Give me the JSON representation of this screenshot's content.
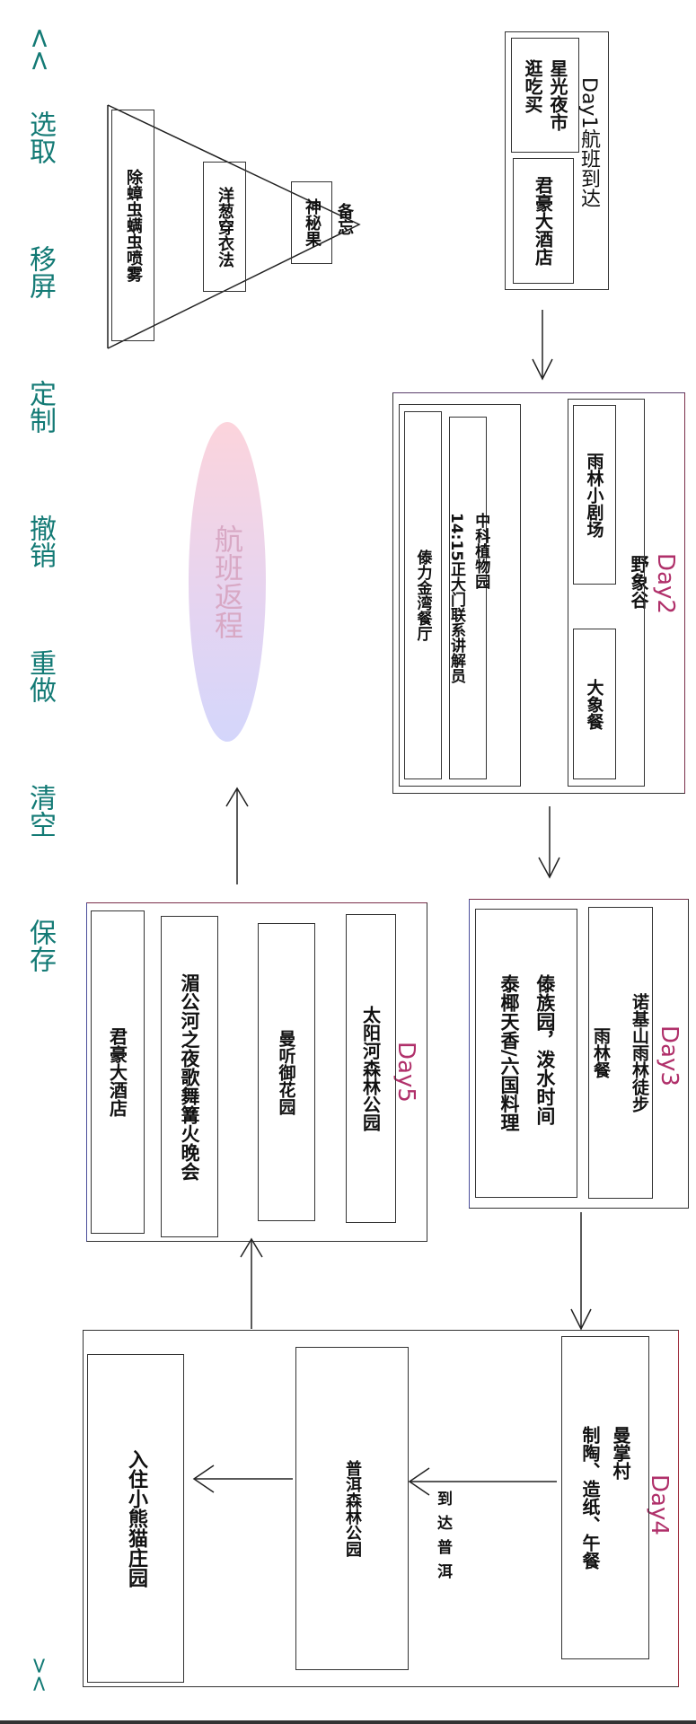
{
  "toolbar": {
    "collapse": "<<",
    "items": [
      "选取",
      "移屏",
      "定制",
      "撤销",
      "重做",
      "清空",
      "保存"
    ],
    "expand": "><",
    "color": "#137a75"
  },
  "diagram": {
    "day1": {
      "title": "Day1航班到达",
      "items": [
        "星光夜市\n逛吃买",
        "君豪大酒店"
      ]
    },
    "day2": {
      "title": "Day2",
      "subtitle": "野象谷",
      "items": [
        "雨林小剧场",
        "大象餐",
        "中科植物园\n14:15正大门联系讲解员",
        "傣力金湾餐厅"
      ]
    },
    "day3": {
      "title": "Day3",
      "subtitle": "诺基山雨林徒步",
      "items": [
        "雨林餐",
        "傣族园，泼水时间\n泰椰天香/六国料理"
      ]
    },
    "day4": {
      "title": "Day4",
      "items": [
        "曼掌村\n制陶、造纸、午餐",
        "普洱森林公园",
        "入住小熊猫庄园"
      ],
      "arrow_label": "到达普洱"
    },
    "day5": {
      "title": "Day5",
      "items": [
        "太阳河森林公园",
        "曼听御花园",
        "湄公河之夜歌舞篝火晚会",
        "君豪大酒店"
      ]
    },
    "return": {
      "label": "航班返程"
    },
    "memo": {
      "title": "备忘",
      "items": [
        "神秘果",
        "洋葱穿衣法",
        "除蟑虫螨虫喷雾"
      ]
    }
  },
  "colors": {
    "day_title": "#b0306a",
    "box_border": "#333333",
    "ellipse_top": "#fcd4dc",
    "ellipse_bottom": "#d4d6fb"
  }
}
